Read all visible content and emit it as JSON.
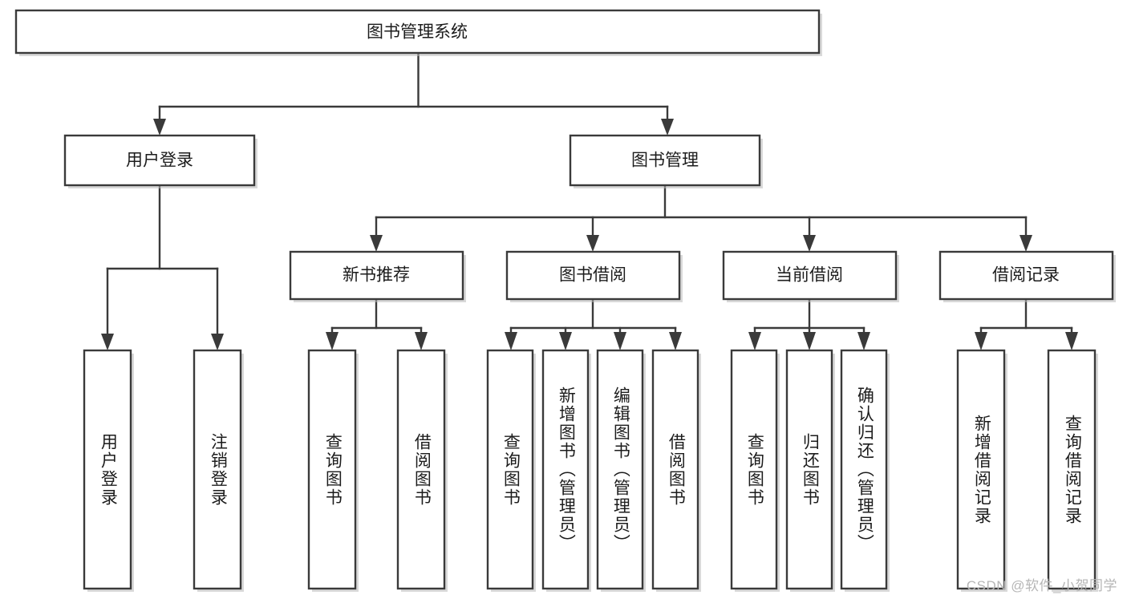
{
  "diagram": {
    "title": "图书管理系统",
    "type": "tree",
    "watermark": "CSDN @软件_小贺同学",
    "colors": {
      "stroke": "#3a3a3a",
      "fill": "#ffffff",
      "text": "#1c1c1c",
      "watermark": "#b6b6b6"
    },
    "root": {
      "label": "图书管理系统"
    },
    "level2": [
      {
        "label": "用户登录"
      },
      {
        "label": "图书管理"
      }
    ],
    "level3": [
      {
        "label": "新书推荐"
      },
      {
        "label": "图书借阅"
      },
      {
        "label": "当前借阅"
      },
      {
        "label": "借阅记录"
      }
    ],
    "leaves": {
      "user_login": [
        {
          "label": "用户登录"
        },
        {
          "label": "注销登录"
        }
      ],
      "new_book_recommend": [
        {
          "label": "查询图书"
        },
        {
          "label": "借阅图书"
        }
      ],
      "book_borrow": [
        {
          "label": "查询图书"
        },
        {
          "label": "新增图书（管理员）"
        },
        {
          "label": "编辑图书（管理员）"
        },
        {
          "label": "借阅图书"
        }
      ],
      "current_borrow": [
        {
          "label": "查询图书"
        },
        {
          "label": "归还图书"
        },
        {
          "label": "确认归还（管理员）"
        }
      ],
      "borrow_record": [
        {
          "label": "新增借阅记录"
        },
        {
          "label": "查询借阅记录"
        }
      ]
    }
  }
}
